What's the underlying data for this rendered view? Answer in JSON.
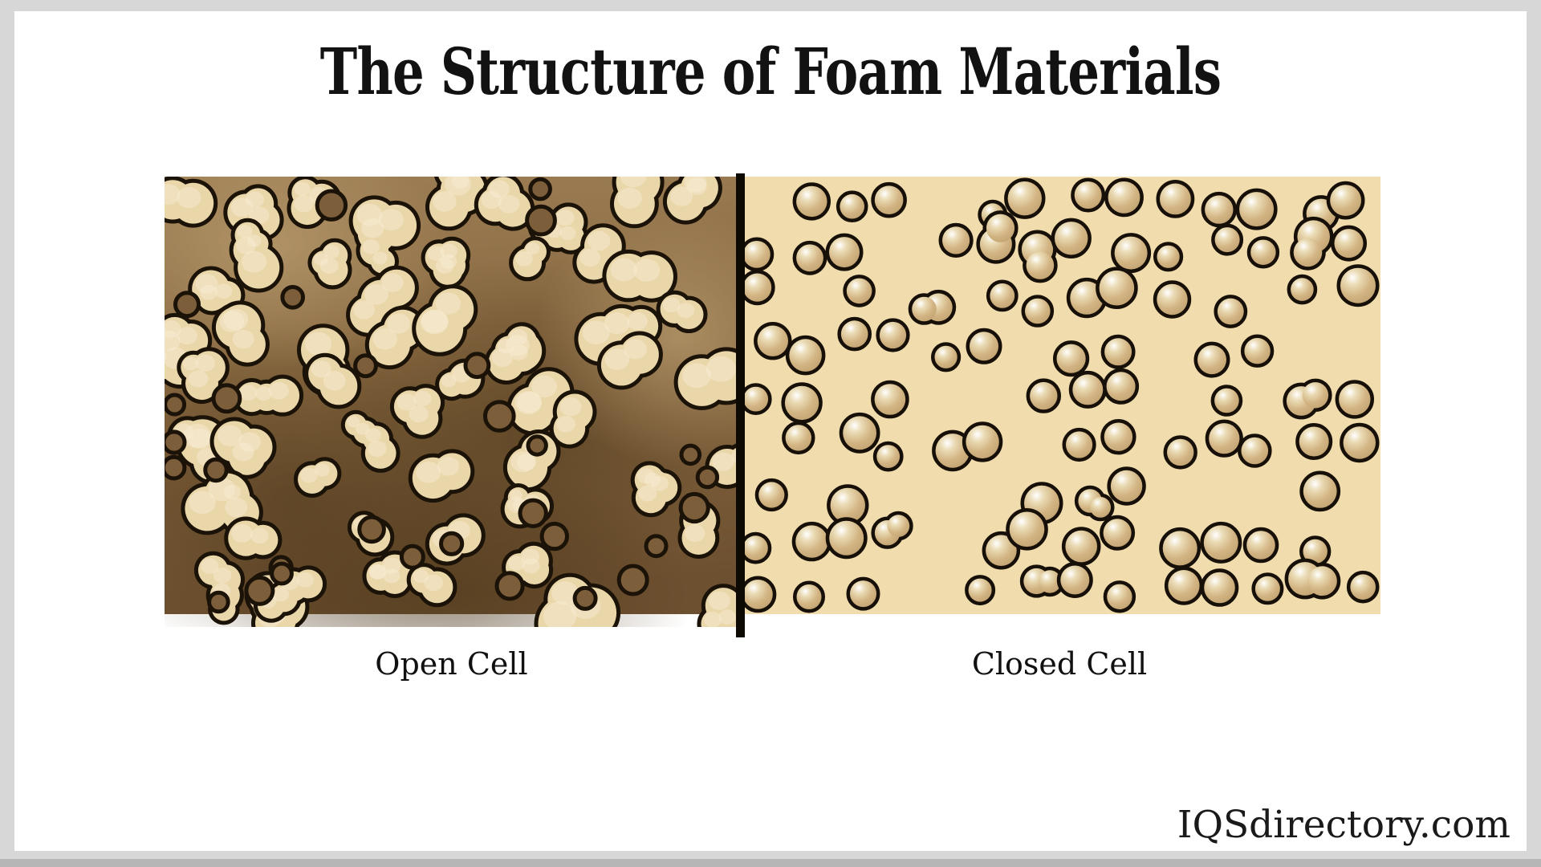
{
  "title": "The Structure of Foam Materials",
  "watermark": "IQSdirectory.com",
  "page": {
    "frame_color": "#d7d7d7",
    "canvas_color": "#ffffff",
    "bottom_edge_color": "#b6b6b6"
  },
  "diagram": {
    "open_cell_label": "Open Cell",
    "closed_cell_label": "Closed Cell",
    "divider_color": "#0d0903",
    "open_cell": {
      "seed": 1337,
      "background_top": "#9d7e54",
      "background_mid": "#85663f",
      "background_bottom": "#6d5030",
      "shadow_color": "#4b3619",
      "glow_color": "#c3a678",
      "blob_fill": "#e9d6a9",
      "blob_highlight": "#f8eed4",
      "outline_color": "#1b1208",
      "hole_fill": "#7d5e3b",
      "blob_cols": 9,
      "blob_rows": 7,
      "hole_count": 30
    },
    "closed_cell": {
      "seed": 2024,
      "background": "#f1dcae",
      "outline_color": "#171009",
      "bubble_stops": [
        "#ffffff",
        "#eadbb5",
        "#d3b584",
        "#bf9f6e"
      ],
      "cols": 14,
      "rows": 9,
      "keep_probability": 0.8,
      "peanut_probability": 0.09
    }
  }
}
